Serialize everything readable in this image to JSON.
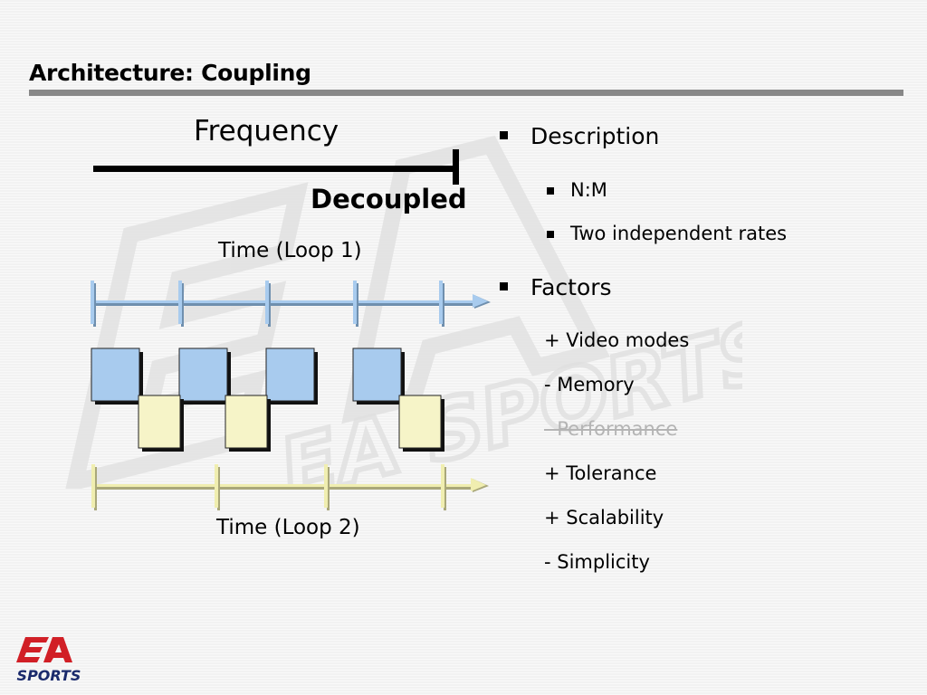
{
  "slide": {
    "title": "Architecture: Coupling"
  },
  "diagram": {
    "frequency_label": "Frequency",
    "coupling_label": "Decoupled",
    "loop1_label": "Time (Loop 1)",
    "loop2_label": "Time (Loop 2)",
    "loop1_tick_count": 5,
    "loop1_block_count": 4,
    "loop2_tick_count": 4,
    "loop2_block_count": 3,
    "loop1_color": "#a8cbee",
    "loop2_color": "#f6f4c8"
  },
  "bullets": {
    "description": {
      "label": "Description",
      "sub": [
        "N:M",
        "Two independent rates"
      ]
    },
    "factors": {
      "label": "Factors",
      "items": [
        {
          "text": "+ Video modes",
          "struck": false
        },
        {
          "text": "- Memory",
          "struck": false
        },
        {
          "text": "- Performance",
          "struck": true
        },
        {
          "text": "+ Tolerance",
          "struck": false
        },
        {
          "text": "+ Scalability",
          "struck": false
        },
        {
          "text": "- Simplicity",
          "struck": false
        }
      ]
    }
  },
  "logo": {
    "top_text": "EA",
    "bottom_text": "SPORTS",
    "color": "#d11f26"
  },
  "watermark": {
    "text": "EA SPORTS"
  }
}
